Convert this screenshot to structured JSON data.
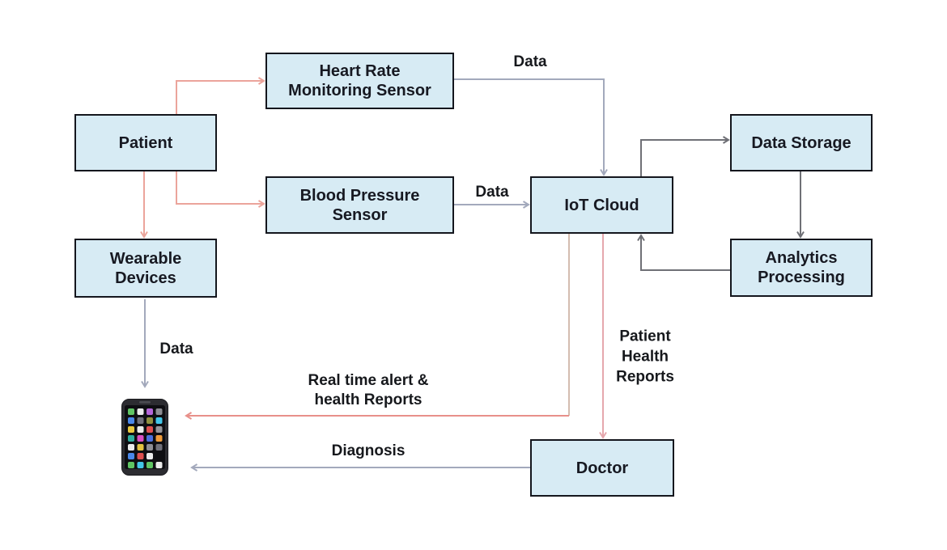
{
  "nodes": [
    {
      "id": "patient",
      "label": "Patient"
    },
    {
      "id": "heart-rate-sensor",
      "label": "Heart Rate\nMonitoring Sensor"
    },
    {
      "id": "blood-pressure-sensor",
      "label": "Blood Pressure\nSensor"
    },
    {
      "id": "wearable-devices",
      "label": "Wearable\nDevices"
    },
    {
      "id": "iot-cloud",
      "label": "IoT Cloud"
    },
    {
      "id": "data-storage",
      "label": "Data Storage"
    },
    {
      "id": "analytics-processing",
      "label": "Analytics\nProcessing"
    },
    {
      "id": "doctor",
      "label": "Doctor"
    }
  ],
  "edges": [
    {
      "from": "Patient",
      "to": "Heart Rate Monitoring Sensor",
      "label": ""
    },
    {
      "from": "Patient",
      "to": "Blood Pressure Sensor",
      "label": ""
    },
    {
      "from": "Patient",
      "to": "Wearable Devices",
      "label": ""
    },
    {
      "from": "Heart Rate Monitoring Sensor",
      "to": "IoT Cloud",
      "label": "Data"
    },
    {
      "from": "Blood Pressure Sensor",
      "to": "IoT Cloud",
      "label": "Data"
    },
    {
      "from": "IoT Cloud",
      "to": "Data Storage",
      "label": ""
    },
    {
      "from": "Data Storage",
      "to": "Analytics Processing",
      "label": ""
    },
    {
      "from": "Analytics Processing",
      "to": "IoT Cloud",
      "label": ""
    },
    {
      "from": "Wearable Devices",
      "to": "Smartphone",
      "label": "Data"
    },
    {
      "from": "IoT Cloud",
      "to": "Smartphone",
      "label": "Real time alert &\nhealth Reports"
    },
    {
      "from": "IoT Cloud",
      "to": "Doctor",
      "label": "Patient\nHealth\nReports"
    },
    {
      "from": "Doctor",
      "to": "Smartphone",
      "label": "Diagnosis"
    }
  ],
  "icons": [
    {
      "id": "smartphone",
      "name": "smartphone-icon"
    }
  ],
  "colors": {
    "background": "#ffffff",
    "node_fill": "#d7ebf4",
    "node_border": "#14161d",
    "node_text": "#171922",
    "label_text": "#16181c",
    "edge_salmon": "#eba49b",
    "edge_alert": "#e8908a",
    "edge_pink": "#e5a7ad",
    "edge_beige": "#d4bdb0",
    "edge_gray": "#a3a9bc",
    "edge_dark": "#6f7076"
  }
}
